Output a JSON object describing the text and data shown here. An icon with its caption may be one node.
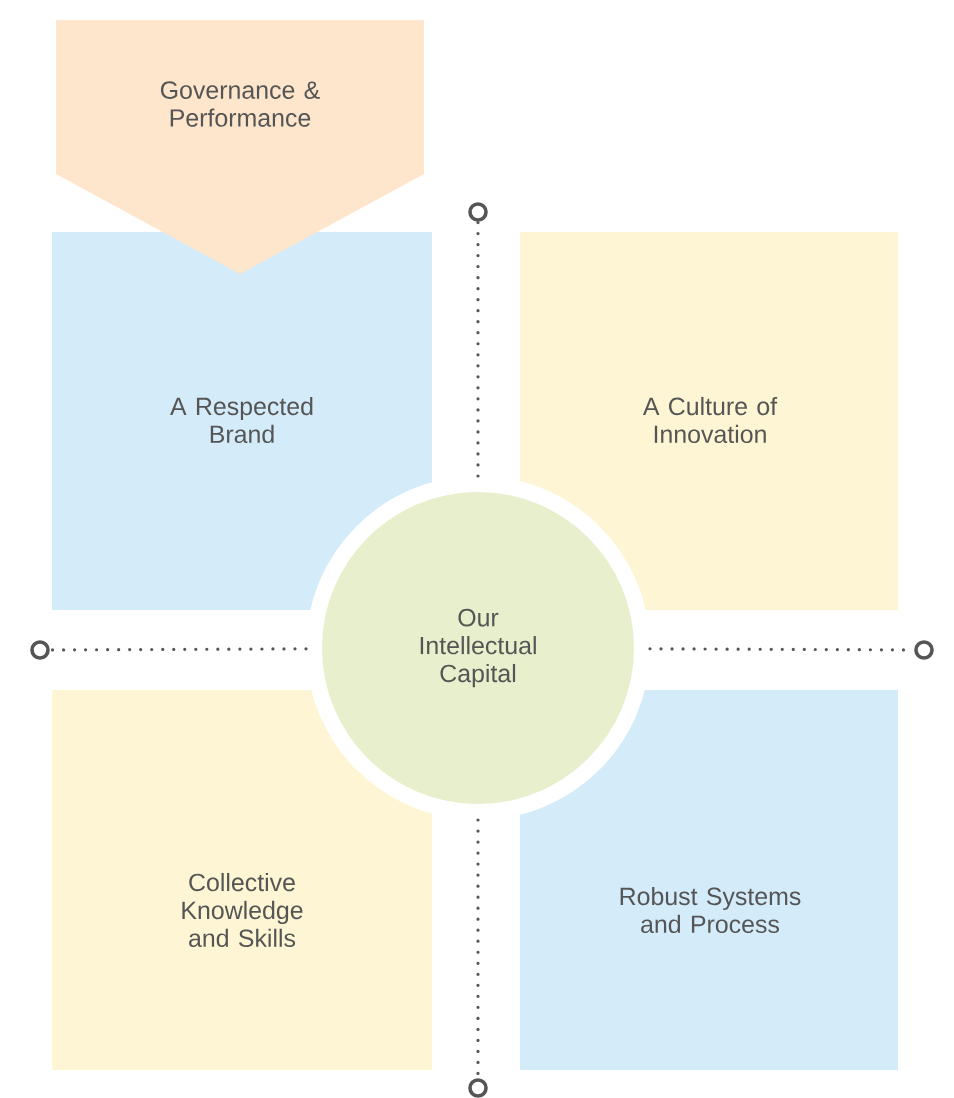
{
  "diagram": {
    "nodes": [
      {
        "text": [
          "Governance & Performance"
        ]
      },
      {
        "text": [
          "A Respected Brand"
        ]
      },
      {
        "text": [
          "A Culture of Innovation"
        ]
      },
      {
        "text": [
          "Our Intellectual Capital"
        ]
      },
      {
        "text": [
          "Collective Knowledge and Skills"
        ]
      },
      {
        "text": [
          "Robust Systems and Process"
        ]
      },
      {
        "text": [],
        "shape": "circle"
      },
      {
        "text": [],
        "shape": "circle"
      },
      {
        "text": [],
        "shape": "circle"
      },
      {
        "text": [],
        "shape": "circle"
      }
    ],
    "edges": [
      {
        "from": 3,
        "to": 6,
        "arrow": "none",
        "style": "dashed"
      },
      {
        "from": 3,
        "to": 7,
        "arrow": "none",
        "style": "dashed"
      },
      {
        "from": 3,
        "to": 8,
        "arrow": "none",
        "style": "dashed"
      },
      {
        "from": 3,
        "to": 9,
        "arrow": "none",
        "style": "dashed"
      }
    ]
  }
}
